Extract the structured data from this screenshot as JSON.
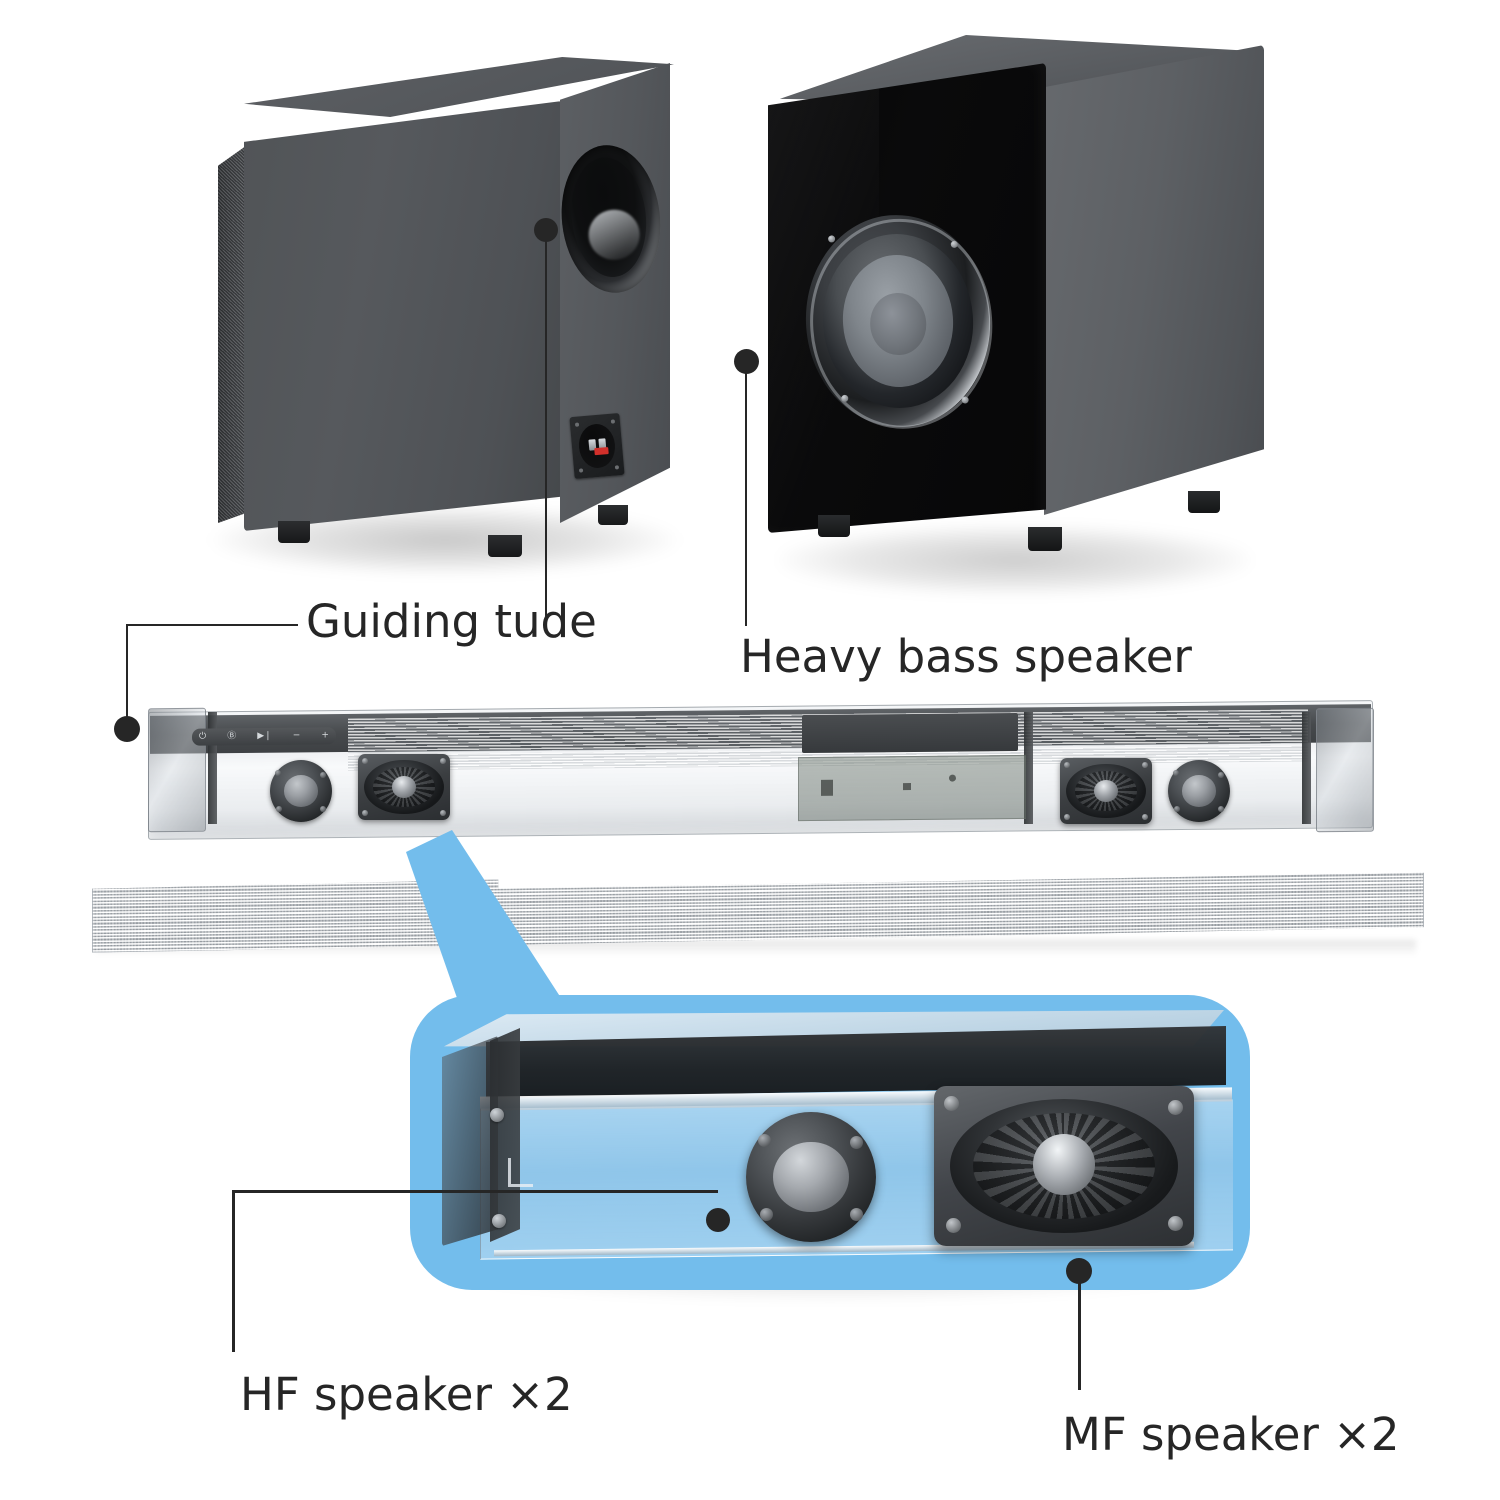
{
  "page": {
    "background_color": "#ffffff",
    "accent_color": "#73bdec",
    "callout_color": "#262626"
  },
  "callouts": [
    {
      "id": "guiding-tude",
      "label": "Guiding tude",
      "target": "subwoofer rear bass-reflex port"
    },
    {
      "id": "heavy-bass-speaker",
      "label": "Heavy bass speaker",
      "target": "subwoofer front woofer driver"
    },
    {
      "id": "hf-speaker",
      "label": "HF speaker ×2",
      "target": "soundbar tweeter"
    },
    {
      "id": "mf-speaker",
      "label": "MF speaker ×2",
      "target": "soundbar mid-range driver"
    }
  ],
  "soundbar": {
    "controls": [
      {
        "name": "power-button",
        "glyph": "⏻"
      },
      {
        "name": "bluetooth-button",
        "glyph": "Ⓑ"
      },
      {
        "name": "play-pause-button",
        "glyph": "▶❘"
      },
      {
        "name": "volume-down-button",
        "glyph": "−"
      },
      {
        "name": "volume-up-button",
        "glyph": "+"
      }
    ]
  }
}
